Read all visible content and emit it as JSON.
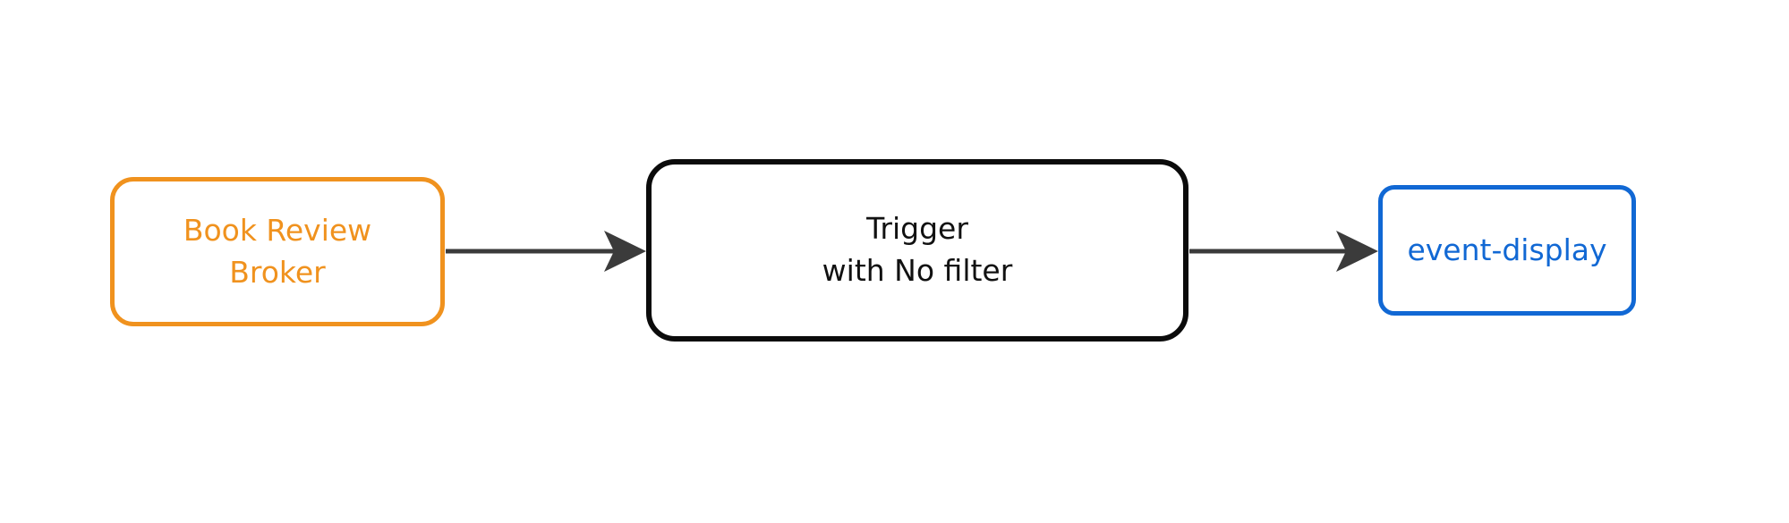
{
  "diagram": {
    "type": "flow-diagram",
    "background_color": "#ffffff",
    "nodes": [
      {
        "id": "broker",
        "label": "Book Review\nBroker",
        "line1": "Book Review",
        "line2": "Broker",
        "role": "source-broker",
        "border_color": "#f0921e",
        "text_color": "#f0921e",
        "fill_color": "#ffffff"
      },
      {
        "id": "trigger",
        "label": "Trigger\nwith No filter",
        "line1": "Trigger",
        "line2": "with No filter",
        "role": "trigger",
        "border_color": "#0b0b0b",
        "text_color": "#111111",
        "fill_color": "#ffffff"
      },
      {
        "id": "sink",
        "label": "event-display",
        "line1": "event-display",
        "role": "sink-service",
        "border_color": "#1168d4",
        "text_color": "#1168d4",
        "fill_color": "#ffffff"
      }
    ],
    "edges": [
      {
        "id": "edge-broker-to-trigger",
        "from": "broker",
        "to": "trigger",
        "label": "",
        "color": "#3b3b3b",
        "arrowhead": "filled-triangle"
      },
      {
        "id": "edge-trigger-to-sink",
        "from": "trigger",
        "to": "sink",
        "label": "",
        "color": "#3b3b3b",
        "arrowhead": "filled-triangle"
      }
    ]
  }
}
